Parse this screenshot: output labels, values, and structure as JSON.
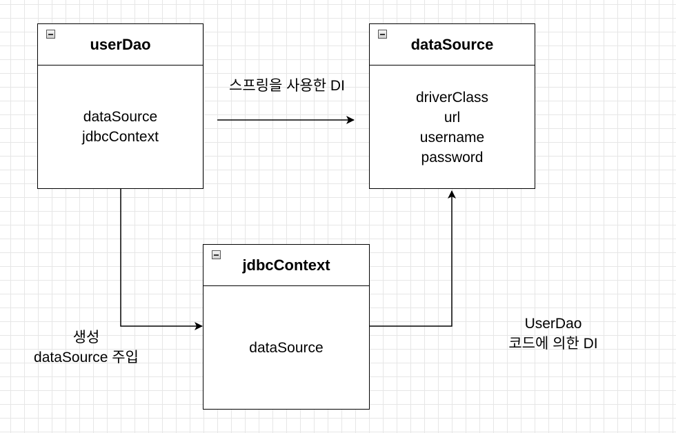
{
  "boxes": {
    "userDao": {
      "title": "userDao",
      "fields": [
        "dataSource",
        "jdbcContext"
      ]
    },
    "dataSource": {
      "title": "dataSource",
      "fields": [
        "driverClass",
        "url",
        "username",
        "password"
      ]
    },
    "jdbcContext": {
      "title": "jdbcContext",
      "fields": [
        "dataSource"
      ]
    }
  },
  "labels": {
    "spring_di": "스프링을 사용한 DI",
    "create_line1": "생성",
    "create_line2": "dataSource 주입",
    "userdao_line1": "UserDao",
    "userdao_line2": "코드에 의한 DI"
  }
}
